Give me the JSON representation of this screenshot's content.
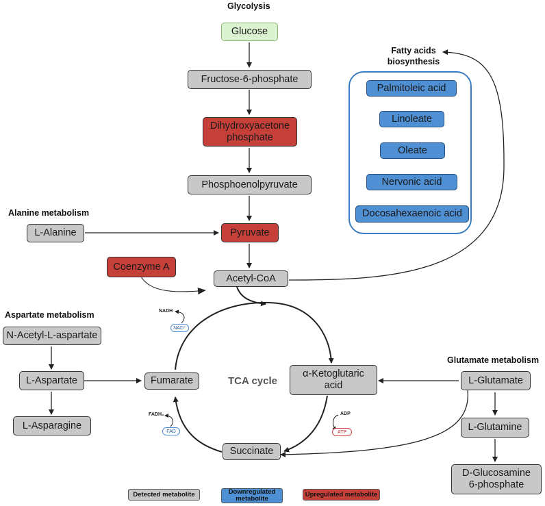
{
  "sections": {
    "glycolysis": "Glycolysis",
    "fatty_acids": "Fatty acids\nbiosynthesis",
    "alanine": "Alanine metabolism",
    "aspartate": "Aspartate metabolism",
    "glutamate": "Glutamate metabolism"
  },
  "nodes": {
    "glucose": "Glucose",
    "f6p": "Fructose-6-phosphate",
    "dhap": "Dihydroxyacetone phosphate",
    "pep": "Phosphoenolpyruvate",
    "pyruvate": "Pyruvate",
    "alanine": "L-Alanine",
    "coa": "Coenzyme A",
    "acetyl_coa": "Acetyl-CoA",
    "n_acetyl_asp": "N-Acetyl-L-aspartate",
    "aspartate": "L-Aspartate",
    "asparagine": "L-Asparagine",
    "fumarate": "Fumarate",
    "akg": "α-Ketoglutaric acid",
    "succinate": "Succinate",
    "glutamate": "L-Glutamate",
    "glutamine": "L-Glutamine",
    "glucosamine": "D-Glucosamine 6-phosphate"
  },
  "fatty_acids": [
    "Palmitoleic acid",
    "Linoleate",
    "Oleate",
    "Nervonic acid",
    "Docosahexaenoic acid"
  ],
  "tca_label": "TCA cycle",
  "cofactors": {
    "nadh": "NADH",
    "nad": "NAD⁺",
    "fadh2": "FADH₂",
    "fad": "FAD",
    "adp": "ADP",
    "atp": "ATP"
  },
  "legend": {
    "detected": "Detected metabolite",
    "down": "Downregulated metabolite",
    "up": "Upregulated metabolite"
  },
  "colors": {
    "detected": "#c8c8c8",
    "downregulated": "#4f8fd3",
    "upregulated": "#c6403a",
    "glucose": "#dcf3d2",
    "fatty_acid_frame": "#3a7cc0"
  }
}
